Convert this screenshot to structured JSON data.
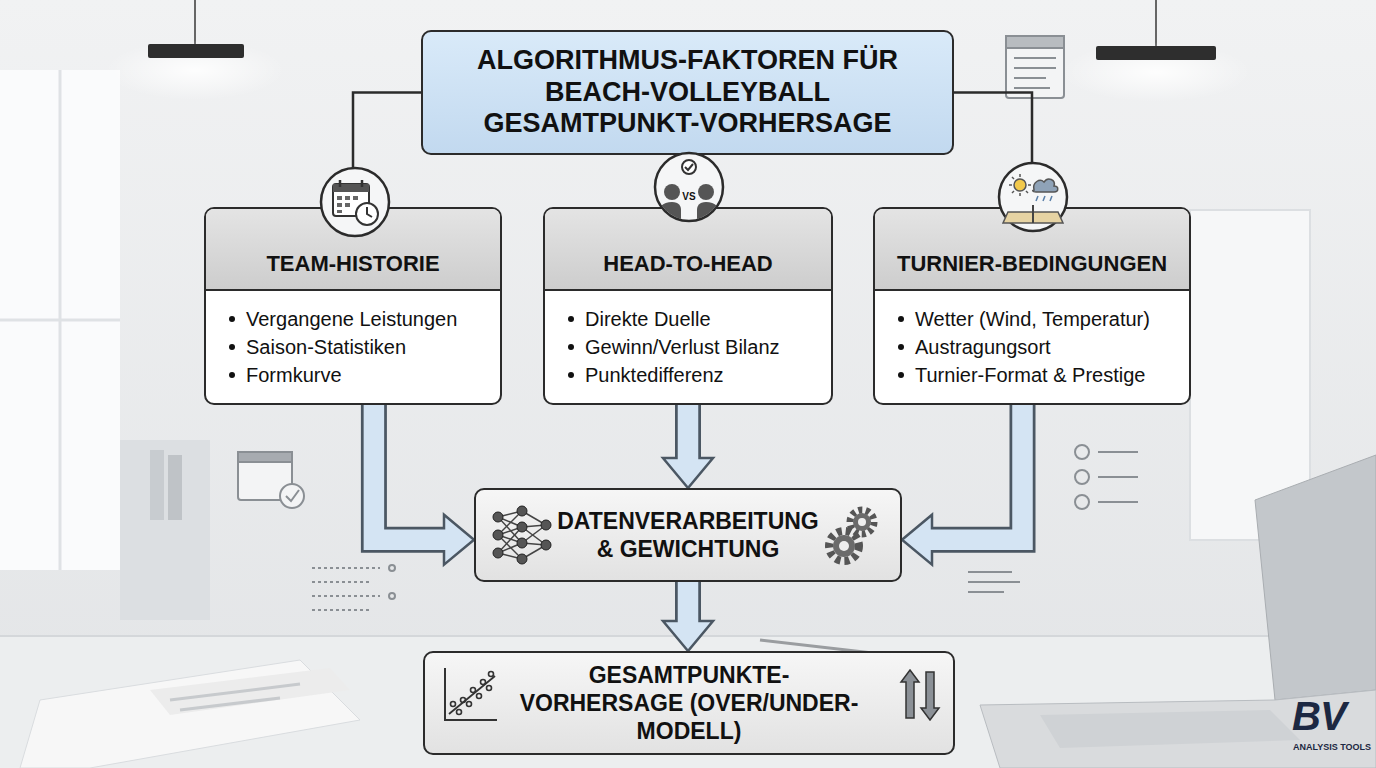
{
  "diagram": {
    "nodes": [
      {
        "text": [
          "ALGORITHMUS-FAKTOREN FÜR BEACH-VOLLEYBALL GESAMTPUNKT-VORHERSAGE"
        ]
      },
      {
        "text": [
          "TEAM-HISTORIE",
          "Vergangene Leistungen",
          "Saison-Statistiken",
          "Formkurve"
        ]
      },
      {
        "text": [
          "HEAD-TO-HEAD",
          "Direkte Duelle",
          "Gewinn/Verlust Bilanz",
          "Punktedifferenz"
        ]
      },
      {
        "text": [
          "TURNIER-BEDINGUNGEN",
          "Wetter (Wind, Temperatur)",
          "Austragungsort",
          "Turnier-Format & Prestige"
        ]
      },
      {
        "text": [
          "DATENVERARBEITUNG & GEWICHTUNG"
        ]
      },
      {
        "text": [
          "GESAMTPUNKTE-VORHERSAGE (OVER/UNDER-MODELL)"
        ]
      }
    ],
    "edges": [
      {
        "from": 0,
        "to": 1,
        "arrow": "none"
      },
      {
        "from": 0,
        "to": 2,
        "arrow": "none"
      },
      {
        "from": 0,
        "to": 3,
        "arrow": "none"
      },
      {
        "from": 1,
        "to": 4,
        "arrow": "to"
      },
      {
        "from": 2,
        "to": 4,
        "arrow": "to"
      },
      {
        "from": 3,
        "to": 4,
        "arrow": "to"
      },
      {
        "from": 4,
        "to": 5,
        "arrow": "to"
      }
    ],
    "labels": [
      "VS",
      "BV",
      "ANALYSIS TOOLS"
    ]
  }
}
